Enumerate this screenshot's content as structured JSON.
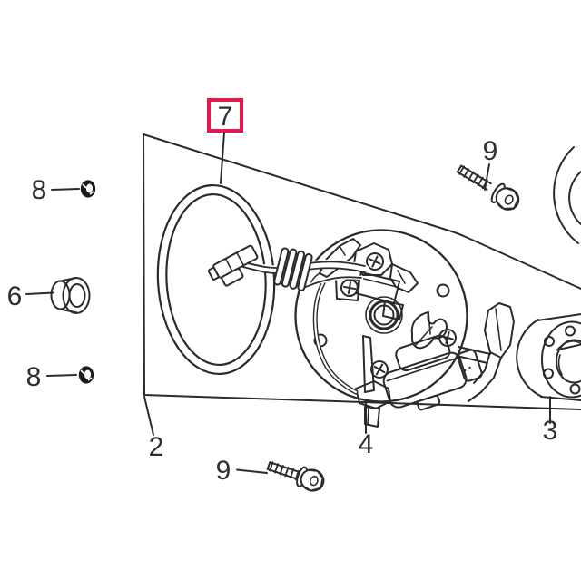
{
  "diagram": {
    "description": "Exploded parts diagram of an ignition / magneto assembly",
    "background_color": "#ffffff",
    "line_color": "#2b2b2b",
    "highlight_box_color": "#e11b4c",
    "highlighted_part": "7",
    "labels": {
      "part7": "7",
      "part8_top": "8",
      "part6": "6",
      "part8_bottom": "8",
      "part9_top": "9",
      "part9_bottom": "9",
      "part2": "2",
      "part4": "4",
      "part3": "3"
    }
  }
}
